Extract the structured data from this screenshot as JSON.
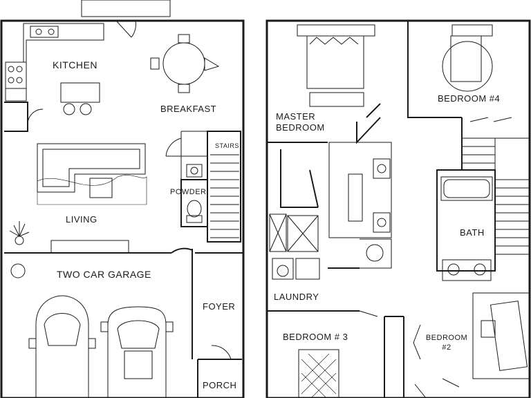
{
  "left_floor": {
    "rooms": {
      "kitchen": "KITCHEN",
      "breakfast": "BREAKFAST",
      "living": "LIVING",
      "stairs": "STAIRS",
      "powder": "POWDER",
      "garage": "TWO CAR GARAGE",
      "foyer": "FOYER",
      "porch": "PORCH"
    }
  },
  "right_floor": {
    "rooms": {
      "master_line1": "MASTER",
      "master_line2": "BEDROOM",
      "bedroom4": "BEDROOM #4",
      "bath": "BATH",
      "laundry": "LAUNDRY",
      "bedroom3": "BEDROOM # 3",
      "bedroom2_line1": "BEDROOM",
      "bedroom2_line2": "#2"
    }
  },
  "colors": {
    "wall": "#1a1a1a",
    "fill": "#ffffff",
    "fixture": "#444444"
  },
  "icons": [
    "sink-icon",
    "stove-icon",
    "table-icon",
    "car-icon",
    "bed-icon",
    "bathtub-icon",
    "toilet-icon",
    "plant-icon",
    "washer-icon",
    "desk-icon"
  ]
}
